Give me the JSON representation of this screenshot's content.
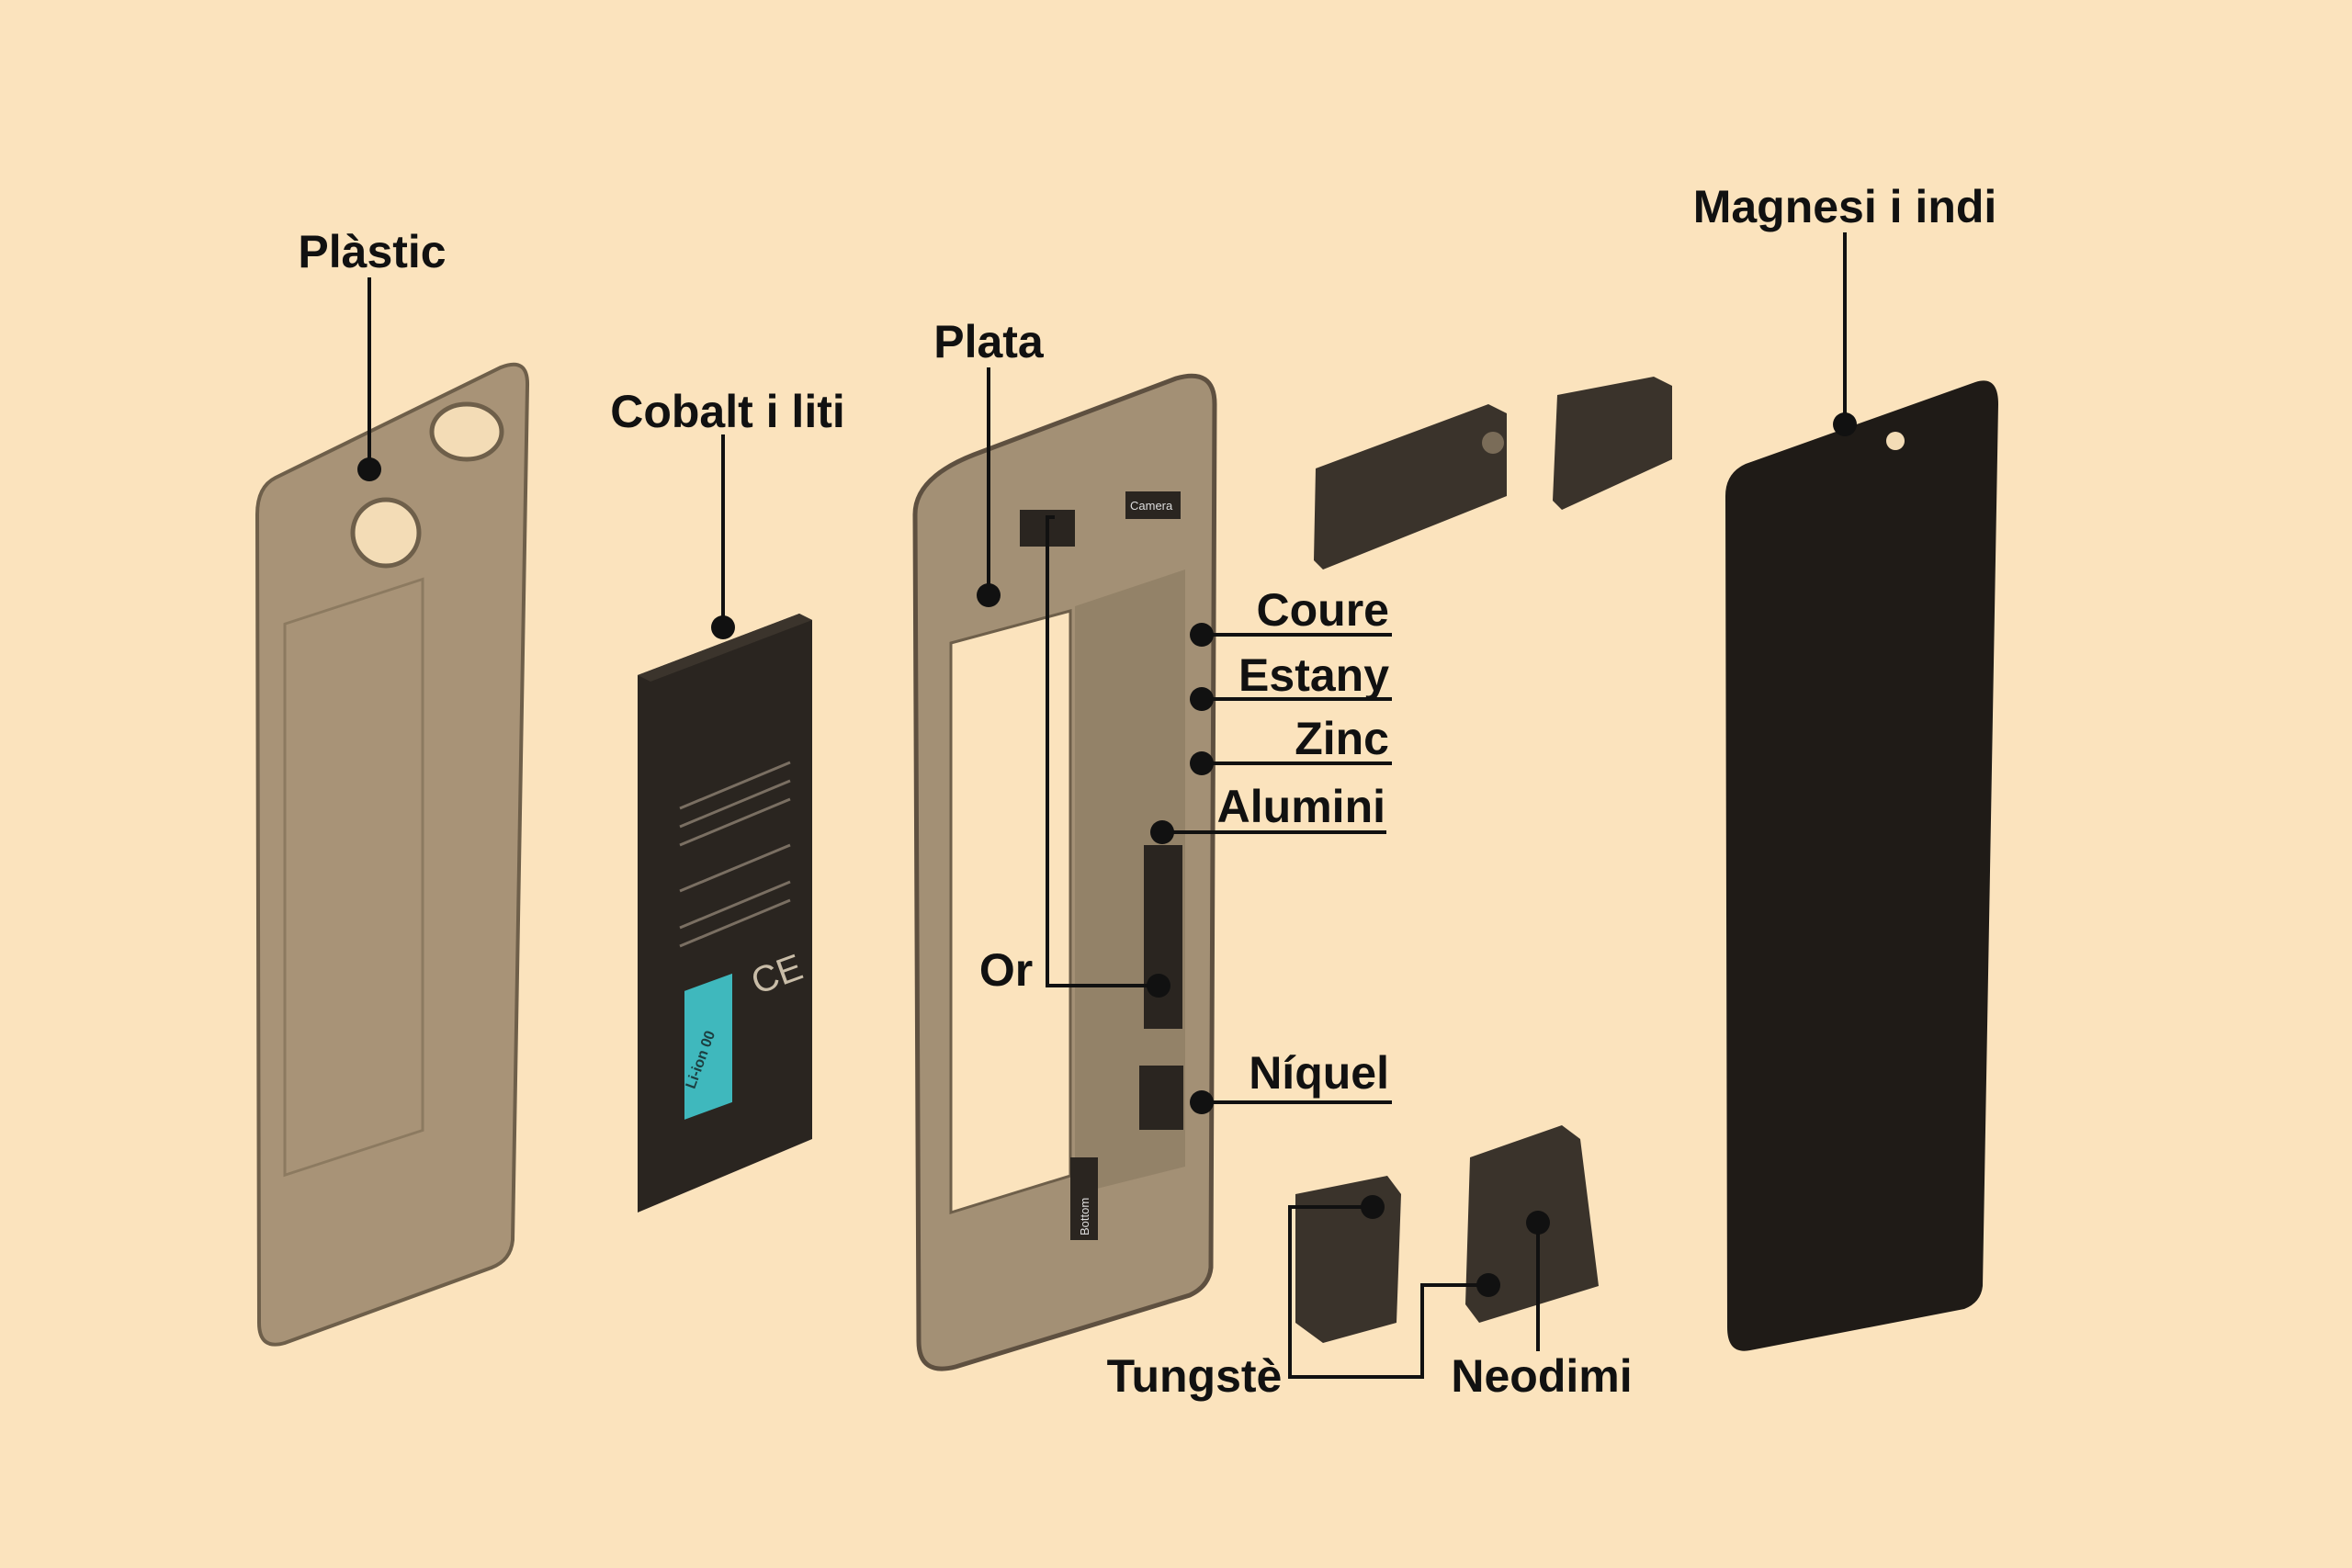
{
  "labels": {
    "plastic": "Plàstic",
    "cobalt_lithium": "Cobalt i liti",
    "silver": "Plata",
    "copper": "Coure",
    "tin": "Estany",
    "zinc": "Zinc",
    "aluminium": "Alumini",
    "gold": "Or",
    "nickel": "Níquel",
    "magnesium_indium": "Magnesi i indi",
    "tungsten": "Tungstè",
    "neodymium": "Neodimi"
  },
  "battery": {
    "badge": "Li-ion 00",
    "ce_mark": "CE"
  },
  "frame": {
    "camera_tag": "Camera",
    "bottom_tag": "Bottom"
  },
  "colors": {
    "background": "#fbe3bd",
    "battery_badge": "#3fb8bd",
    "ink": "#111111"
  }
}
